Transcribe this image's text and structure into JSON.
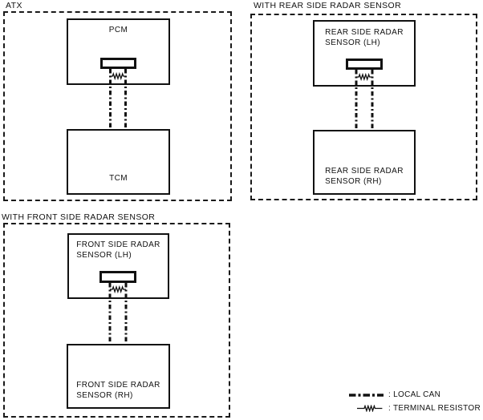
{
  "colors": {
    "foreground": "#111111",
    "background": "#ffffff"
  },
  "sections": {
    "atx": {
      "label": "ATX",
      "top_unit": "PCM",
      "bottom_unit": "TCM"
    },
    "rear": {
      "label": "WITH REAR SIDE RADAR SENSOR",
      "top_unit_line1": "REAR SIDE RADAR",
      "top_unit_line2": "SENSOR (LH)",
      "bottom_unit_line1": "REAR SIDE RADAR",
      "bottom_unit_line2": "SENSOR (RH)"
    },
    "front": {
      "label": "WITH FRONT SIDE RADAR SENSOR",
      "top_unit_line1": "FRONT SIDE RADAR",
      "top_unit_line2": "SENSOR (LH)",
      "bottom_unit_line1": "FRONT SIDE RADAR",
      "bottom_unit_line2": "SENSOR (RH)"
    }
  },
  "legend": {
    "local_can": {
      "symbol": "dash-dot-line",
      "label": ": LOCAL CAN"
    },
    "terminal_resistor": {
      "symbol": "resistor-coil",
      "label": ": TERMINAL RESISTOR"
    }
  }
}
